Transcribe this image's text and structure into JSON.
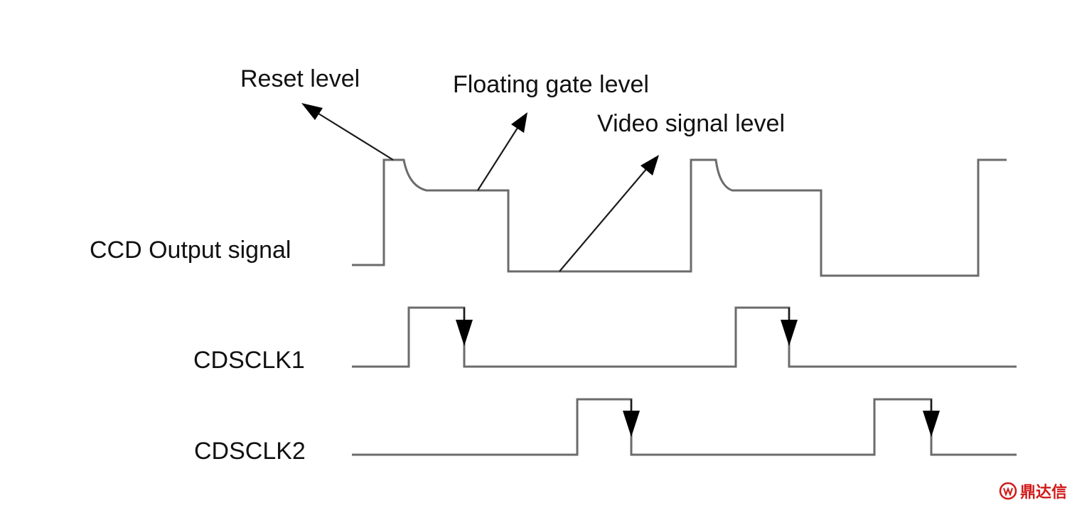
{
  "signals": [
    {
      "id": "ccd-output",
      "label": "CCD Output signal"
    },
    {
      "id": "cdsclk1",
      "label": "CDSCLK1"
    },
    {
      "id": "cdsclk2",
      "label": "CDSCLK2"
    }
  ],
  "annotations": {
    "reset_level": "Reset level",
    "floating_gate_level": "Floating gate level",
    "video_signal_level": "Video signal level"
  },
  "watermark": {
    "text": "鼎达信",
    "logo_icon": "brand-logo-icon",
    "color": "#d11a1a"
  }
}
